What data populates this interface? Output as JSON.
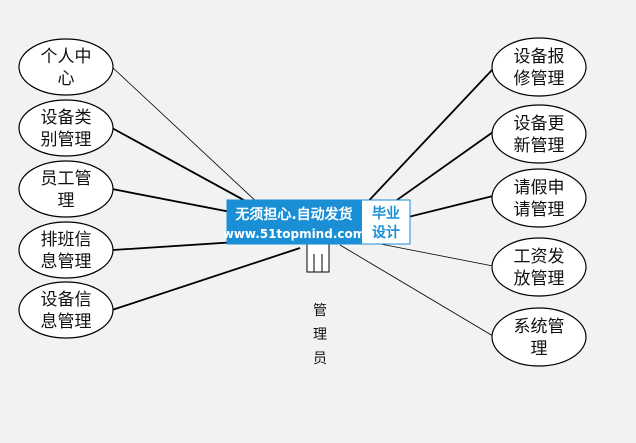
{
  "actor": {
    "label_chars": [
      "管",
      "理",
      "员"
    ]
  },
  "nodes_left": [
    {
      "line1": "个人中",
      "line2": "心"
    },
    {
      "line1": "设备类",
      "line2": "别管理"
    },
    {
      "line1": "员工管",
      "line2": "理"
    },
    {
      "line1": "排班信",
      "line2": "息管理"
    },
    {
      "line1": "设备信",
      "line2": "息管理"
    }
  ],
  "nodes_right": [
    {
      "line1": "设备报",
      "line2": "修管理"
    },
    {
      "line1": "设备更",
      "line2": "新管理"
    },
    {
      "line1": "请假申",
      "line2": "请管理"
    },
    {
      "line1": "工资发",
      "line2": "放管理"
    },
    {
      "line1": "系统管",
      "line2": "理"
    }
  ],
  "watermark": {
    "line1": "无须担心.自动发货",
    "line2": "www.51topmind.com",
    "right1": "毕业",
    "right2": "设计",
    "bg_color": "#1a8fd6",
    "accent_color": "#1a8fd6"
  }
}
